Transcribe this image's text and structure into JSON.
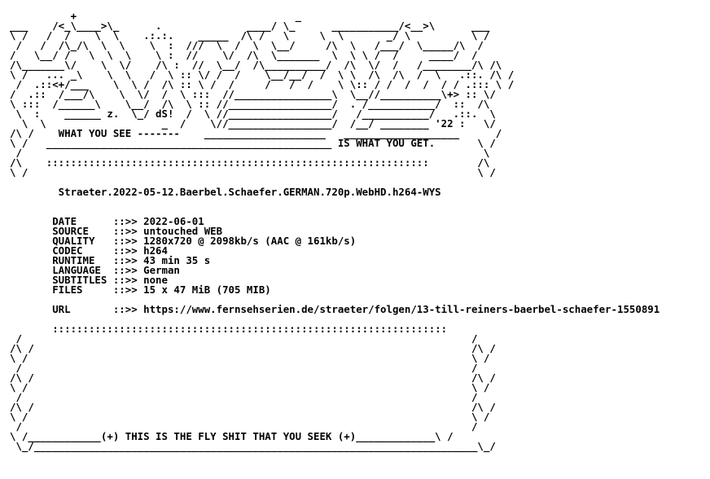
{
  "nfo_lines": [
    "          +                                    _",
    "___    /<_\\____>\\_      .              ____/ \\_      ___________/<__>\\      ___",
    "\\ /   /  /    \\  \\    .:.:.    _____  /\\ /   \\     \\  \\       _/ \\          \\ /",
    " /   /  /\\_/\\  \\  \\    \\  :  ///  \\  /  \\  \\__/     /\\  \\   /___/  \\_____/\\  /",
    "/   \\__/ /   \\  \\  \\    \\ :  //    \\/  /\\  \\_______  \\  \\ \\ /  /     ____/  /",
    "/\\_______\\/    \\  \\/    /\\ :  //  \\__/  /\\__________/  /\\  \\/  /   /________/\\ /\\",
    "\\ /   ... _\\    \\  \\   /  \\ :: \\/ /  /    \\__/__/  /  \\ \\  /\\  /\\  /  \\   .::. /\\ /",
    " /  .::<+/___    \\  \\ /  /\\ :: \\ /  /     /   /  /    \\ \\:: / /  /  /  / / .::: \\ /",
    "/  .::  /___/\\    \\  \\/  /  \\ :::  //________________\\  \\__//__________\\+> :: \\/",
    "\\ :::  /______\\    \\__/  /\\  \\ :: //_________________/  . /___________/  ::  /\\",
    " \\  :    ______ z.  \\_/ dS!  /  \\ //_________________/   /___________/   .::.  \\",
    "  \\  \\                   _  /    \\//_________________/  /__/ ________ '22 :   \\/",
    "/\\ /    WHAT YOU SEE -------    ____________________   ___________________      /",
    "\\ /   _______________________________________________ IS WHAT YOU GET.       \\ /",
    " /                                                                            \\",
    "/\\    :::::::::::::::::::::::::::::::::::::::::::::::::::::::::::::::        /\\",
    "\\ /                                                                          \\ /",
    "",
    "        Straeter.2022-05-12.Baerbel.Schaefer.GERMAN.720p.WebHD.h264-WYS",
    "",
    "",
    "       DATE      ::>> 2022-06-01",
    "       SOURCE    ::>> untouched WEB",
    "       QUALITY   ::>> 1280x720 @ 2098kb/s (AAC @ 161kb/s)",
    "       CODEC     ::>> h264",
    "       RUNTIME   ::>> 43 min 35 s",
    "       LANGUAGE  ::>> German",
    "       SUBTITLES ::>> none",
    "       FILES     ::>> 15 x 47 MiB (705 MIB)",
    "",
    "       URL       ::>> https://www.fernsehserien.de/straeter/folgen/13-till-reiners-baerbel-schaefer-1550891",
    "",
    "       :::::::::::::::::::::::::::::::::::::::::::::::::::::::::::::::::",
    " /                                                                          /",
    "/\\ /                                                                        /\\ /",
    "\\ /                                                                         \\ /",
    " /                                                                          /",
    "/\\ /                                                                        /\\ /",
    "\\ /                                                                         \\ /",
    " /                                                                          /",
    "/\\ /                                                                        /\\ /",
    "\\ /                                                                         \\ /",
    " /                                                                          /",
    "\\ /____________(+) THIS IS THE FLY SHIT THAT YOU SEEK (+)_____________\\ /",
    " \\_/_________________________________________________________________________\\_/"
  ]
}
